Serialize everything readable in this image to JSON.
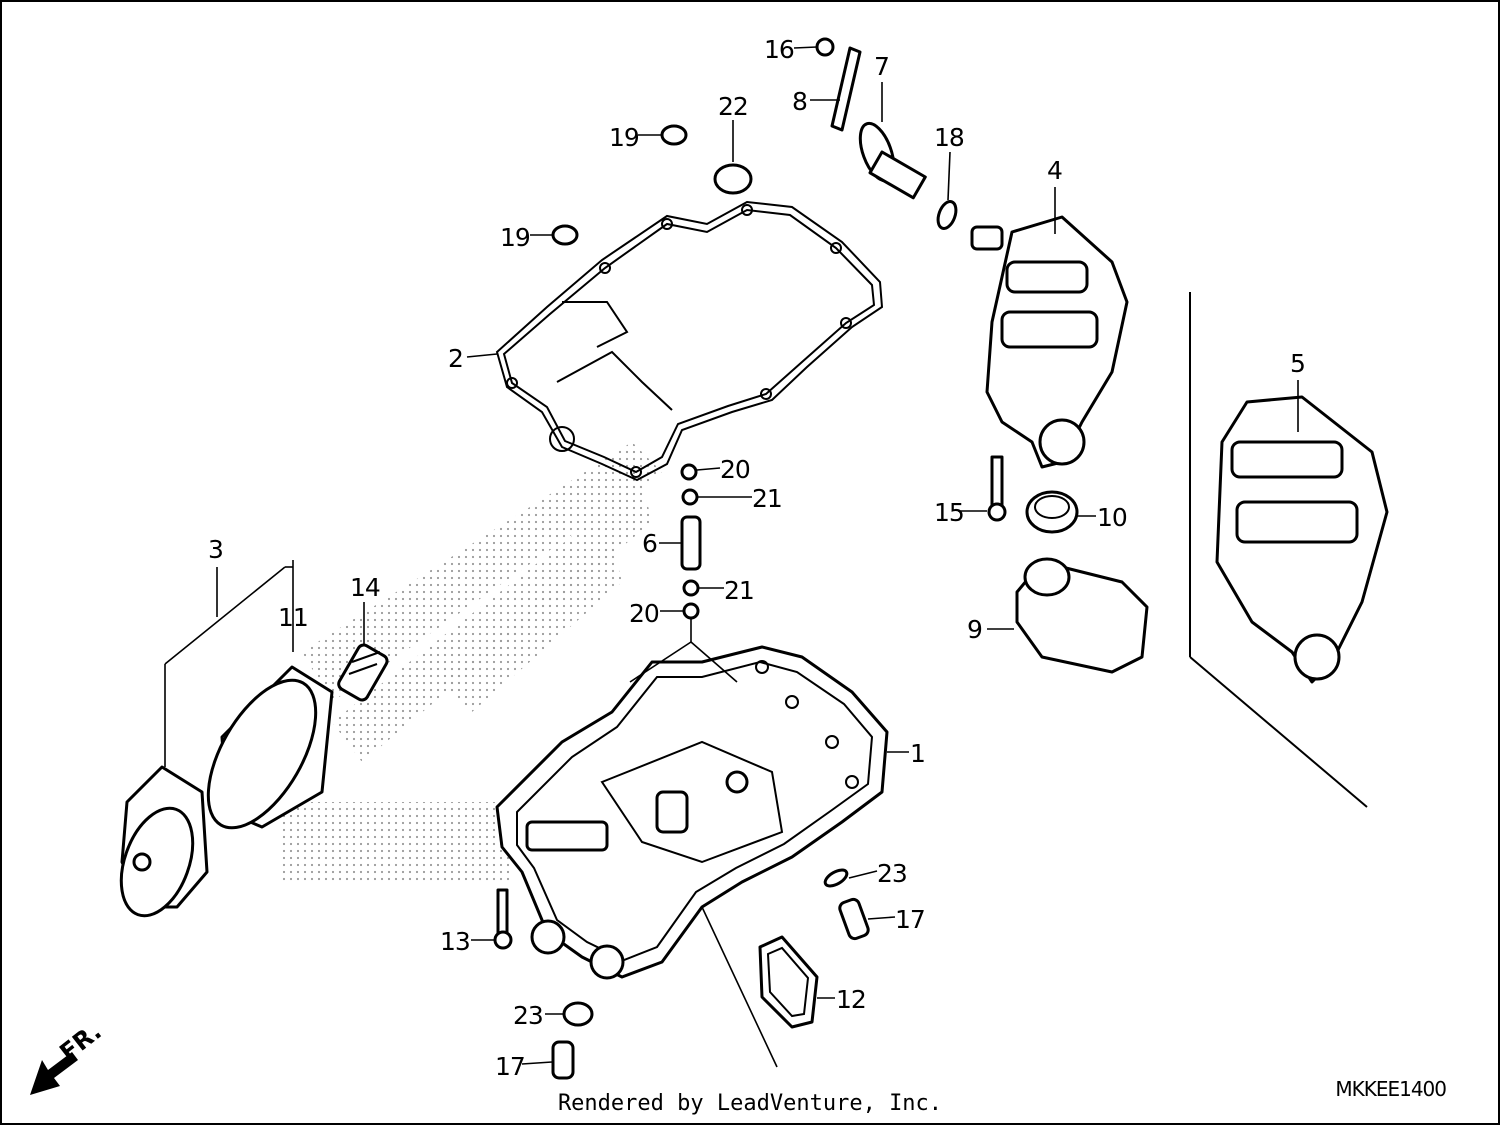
{
  "diagram": {
    "callouts": [
      {
        "id": "1",
        "label": "1"
      },
      {
        "id": "2",
        "label": "2"
      },
      {
        "id": "3",
        "label": "3"
      },
      {
        "id": "4",
        "label": "4"
      },
      {
        "id": "5",
        "label": "5"
      },
      {
        "id": "6",
        "label": "6"
      },
      {
        "id": "7",
        "label": "7"
      },
      {
        "id": "8",
        "label": "8"
      },
      {
        "id": "9",
        "label": "9"
      },
      {
        "id": "10",
        "label": "10"
      },
      {
        "id": "11",
        "label": "11"
      },
      {
        "id": "12",
        "label": "12"
      },
      {
        "id": "13",
        "label": "13"
      },
      {
        "id": "14",
        "label": "14"
      },
      {
        "id": "15",
        "label": "15"
      },
      {
        "id": "16",
        "label": "16"
      },
      {
        "id": "17a",
        "label": "17"
      },
      {
        "id": "17b",
        "label": "17"
      },
      {
        "id": "18",
        "label": "18"
      },
      {
        "id": "19a",
        "label": "19"
      },
      {
        "id": "19b",
        "label": "19"
      },
      {
        "id": "20a",
        "label": "20"
      },
      {
        "id": "20b",
        "label": "20"
      },
      {
        "id": "21a",
        "label": "21"
      },
      {
        "id": "21b",
        "label": "21"
      },
      {
        "id": "22",
        "label": "22"
      },
      {
        "id": "23a",
        "label": "23"
      },
      {
        "id": "23b",
        "label": "23"
      }
    ],
    "front_marker": "FR.",
    "diagram_code": "MKKEE1400",
    "credit": "Rendered by LeadVenture, Inc.",
    "colors": {
      "line": "#000000",
      "background": "#ffffff",
      "watermark": "#9a9a9a"
    }
  }
}
